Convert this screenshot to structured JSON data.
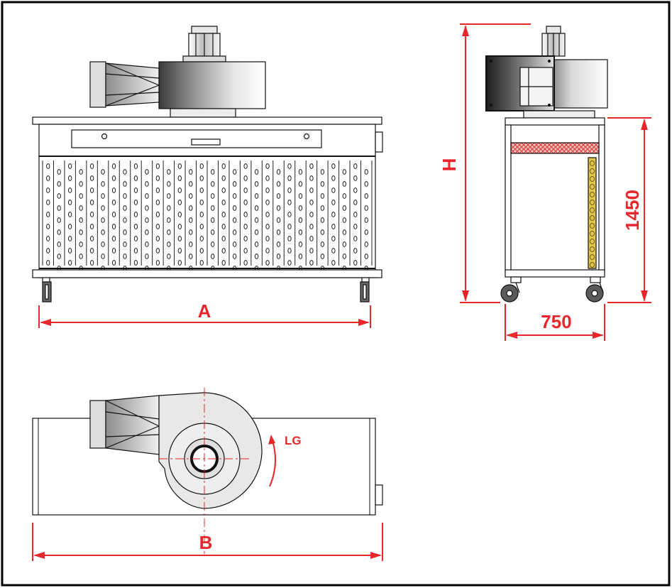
{
  "colors": {
    "dimension": "#e8262b",
    "outline": "#111111",
    "frame": "#000000",
    "filter_red": "#d9413f",
    "filter_yellow": "#e4c54a",
    "metal_light": "#f2f2f2",
    "metal_dark": "#444444"
  },
  "labels": {
    "width_front": "A",
    "width_top": "B",
    "height_total": "H",
    "height_frame": "1450",
    "depth": "750",
    "rotation": "LG"
  }
}
